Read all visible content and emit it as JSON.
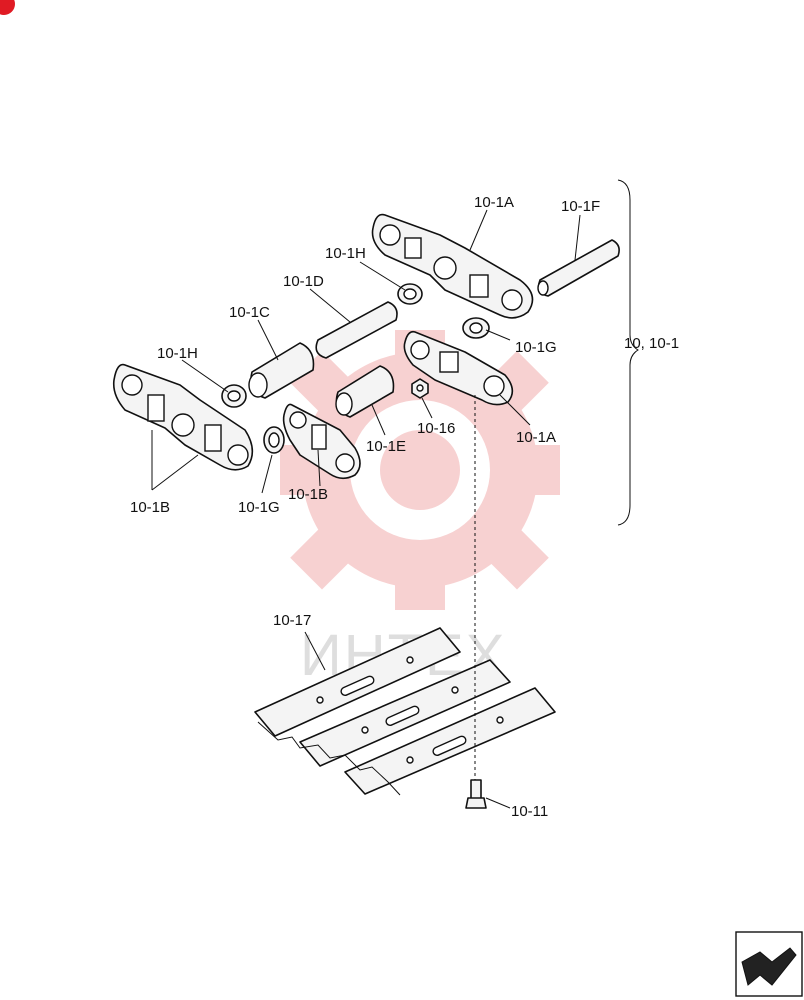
{
  "labels": {
    "l10_1A_top": "10-1A",
    "l10_1F": "10-1F",
    "l10_1H_top": "10-1H",
    "l10_1D": "10-1D",
    "l10_1C": "10-1C",
    "l10_1H_left": "10-1H",
    "l10_1G_right": "10-1G",
    "l10_1A_mid": "10-1A",
    "l10_16": "10-16",
    "l10_1E": "10-1E",
    "l10_1B_mid": "10-1B",
    "l10_1G_left": "10-1G",
    "l10_1B_left": "10-1B",
    "l10_17": "10-17",
    "l10_11": "10-11",
    "assembly": "10, 10-1"
  },
  "watermark": {
    "text": "ИНТЕХ",
    "color": "#f6c9c9"
  },
  "colors": {
    "line": "#111111",
    "badge": "#e01b24"
  }
}
